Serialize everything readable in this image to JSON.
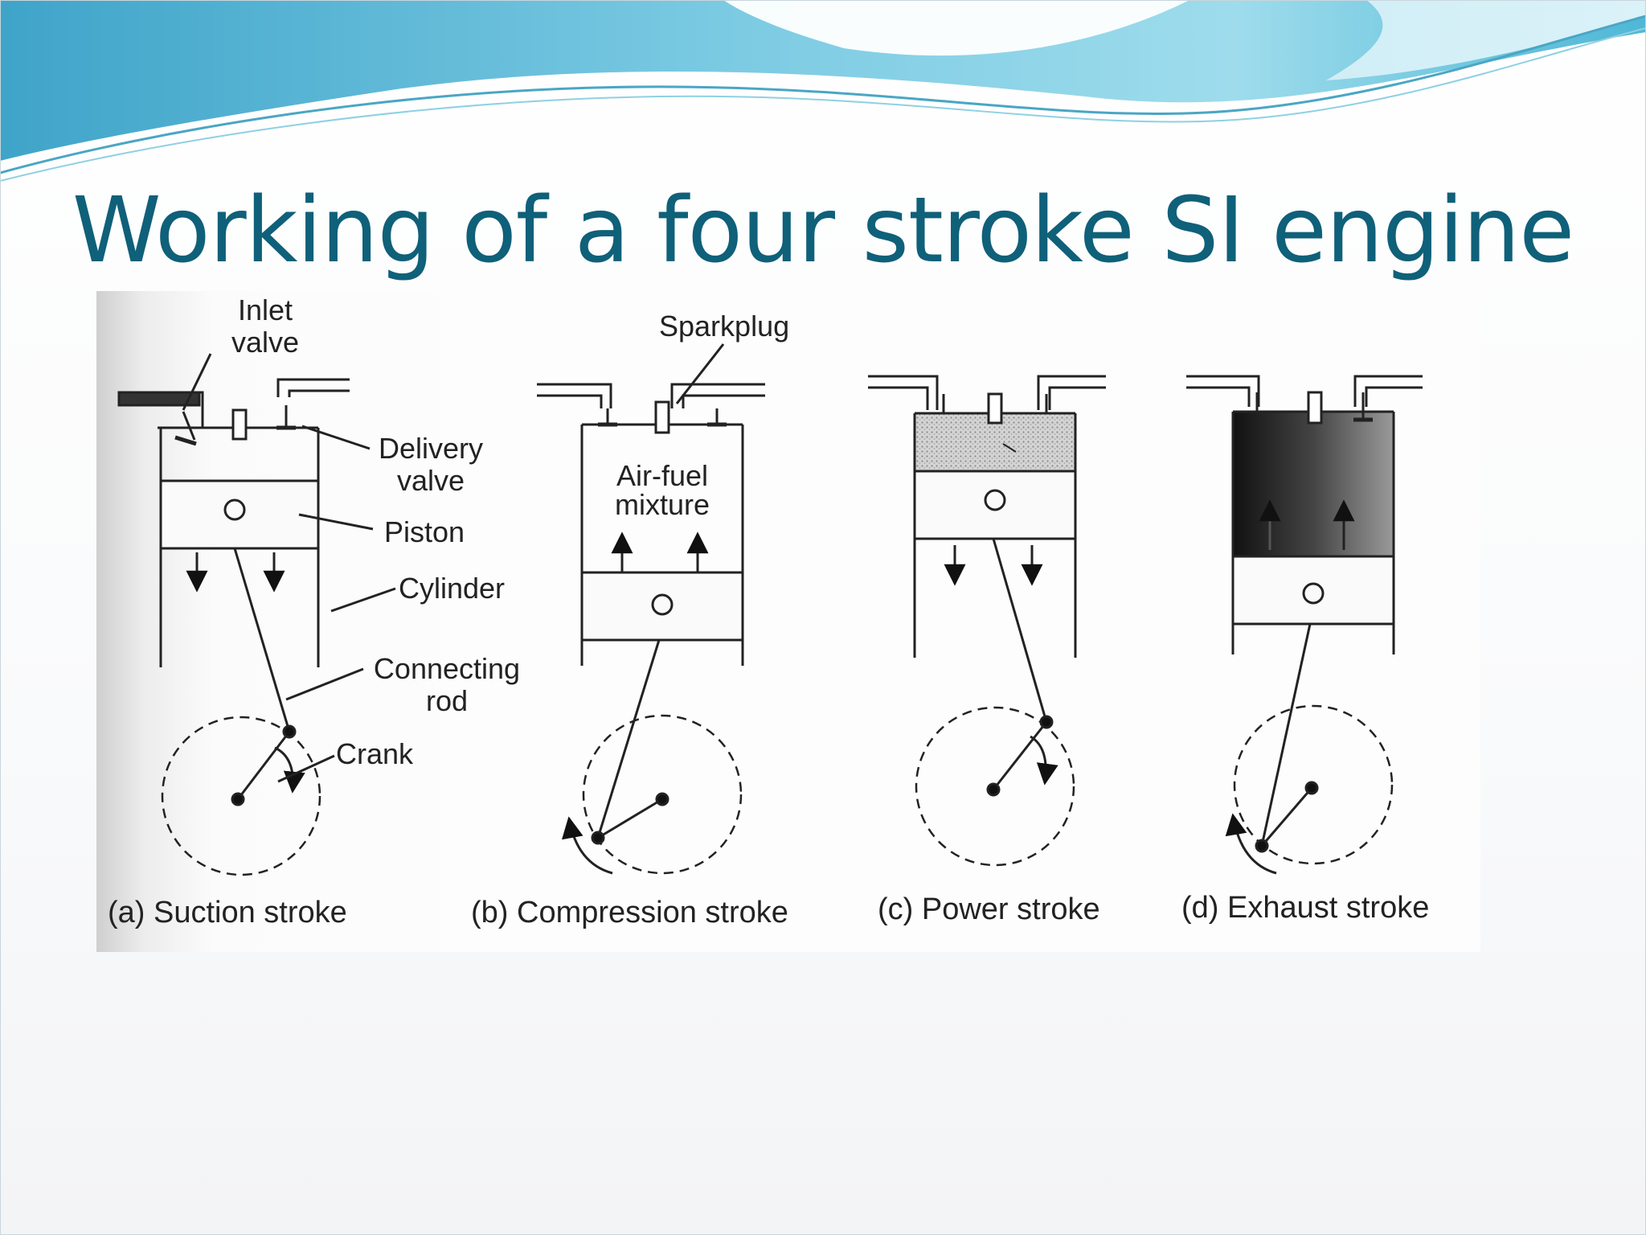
{
  "slide": {
    "title": "Working of a four stroke SI engine"
  },
  "diagram": {
    "labels": {
      "inlet_valve_1": "Inlet",
      "inlet_valve_2": "valve",
      "sparkplug": "Sparkplug",
      "delivery_valve_1": "Delivery",
      "delivery_valve_2": "valve",
      "piston": "Piston",
      "cylinder": "Cylinder",
      "connecting_rod_1": "Connecting",
      "connecting_rod_2": "rod",
      "crank": "Crank",
      "air_fuel_1": "Air-fuel",
      "air_fuel_2": "mixture"
    },
    "captions": {
      "a": "(a) Suction stroke",
      "b": "(b) Compression stroke",
      "c": "(c) Power stroke",
      "d": "(d) Exhaust stroke"
    }
  },
  "colors": {
    "title": "#0f6079",
    "wave_dark": "#5bb8d6",
    "wave_light": "#b9e6f2"
  }
}
